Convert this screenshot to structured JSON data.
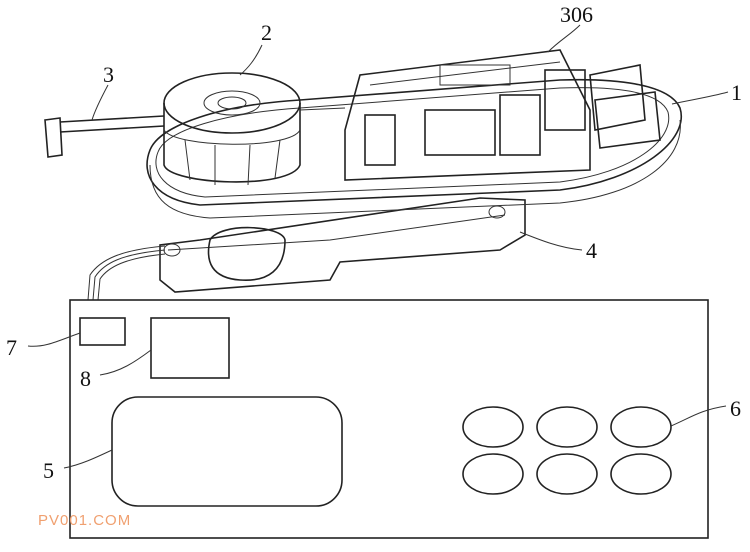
{
  "labels": {
    "l306": "306",
    "l1": "1",
    "l2": "2",
    "l3": "3",
    "l4": "4",
    "l5": "5",
    "l6": "6",
    "l7": "7",
    "l8": "8"
  },
  "watermark": "PV001.COM",
  "colors": {
    "line": "#222222",
    "watermark": "#f0a070"
  }
}
